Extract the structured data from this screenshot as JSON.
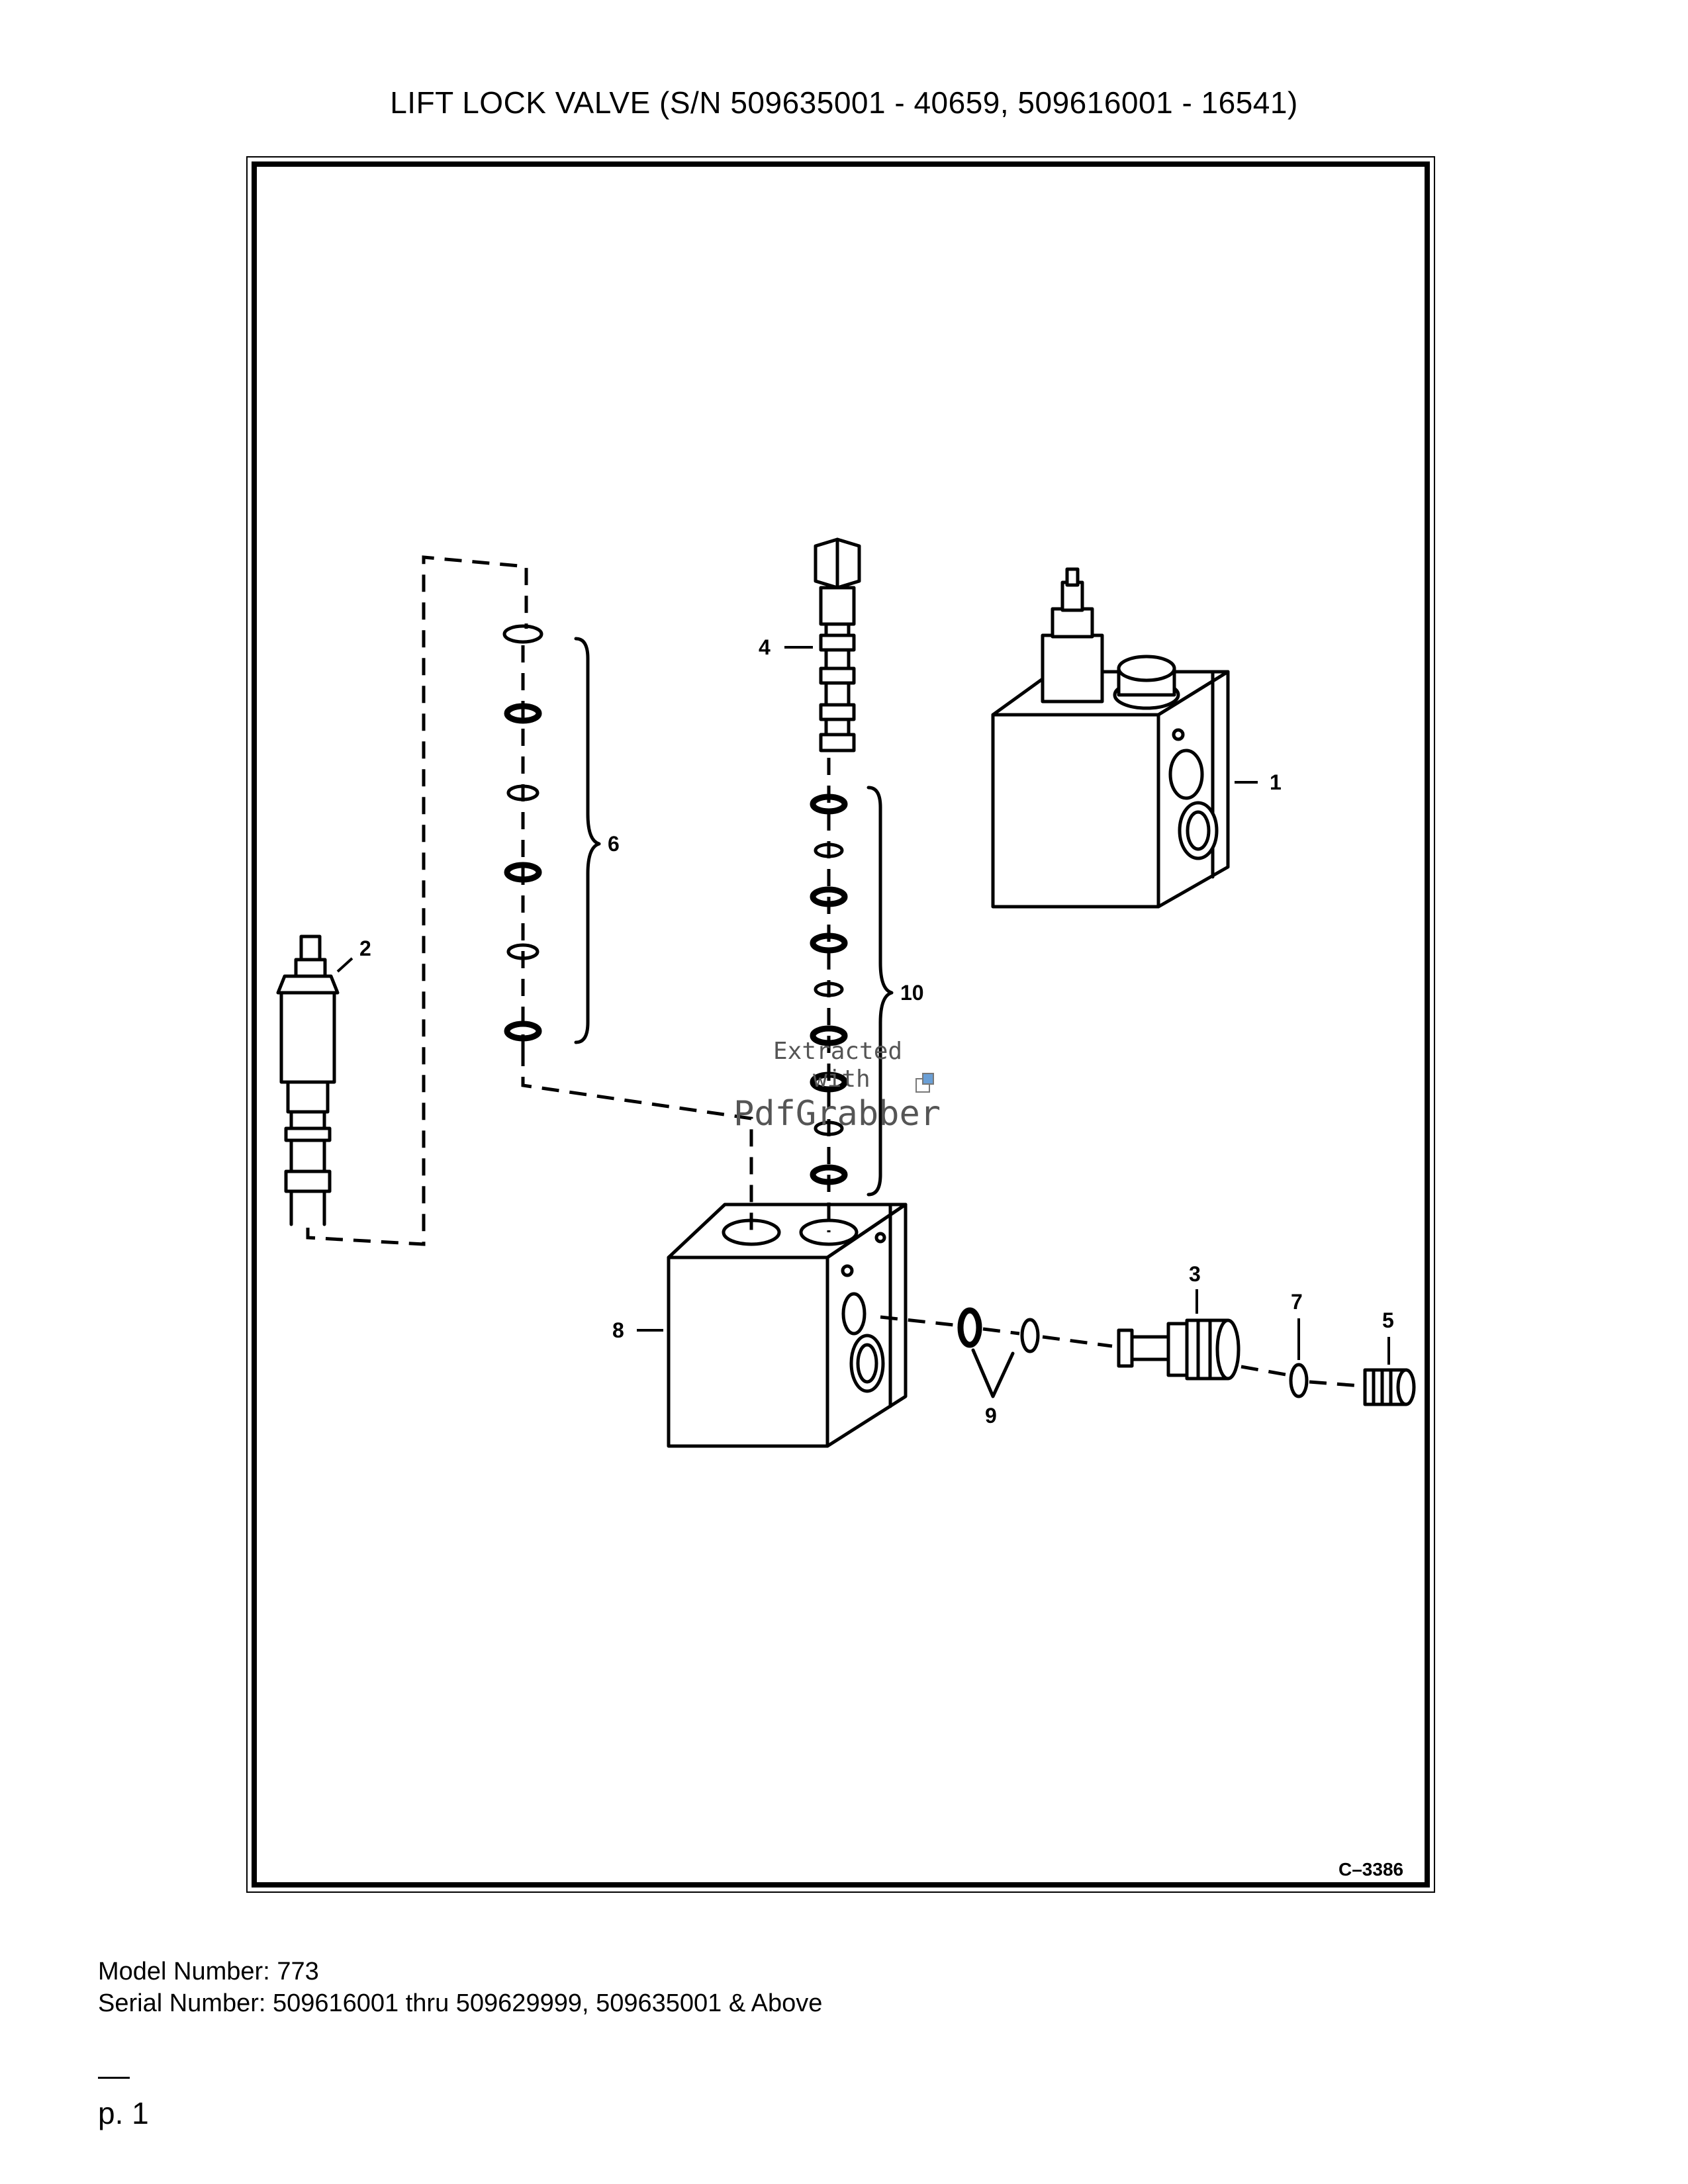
{
  "title": "LIFT LOCK VALVE (S/N 509635001 - 40659, 509616001 - 16541)",
  "figure_code": "C–3386",
  "callouts": {
    "c1": "1",
    "c2": "2",
    "c3": "3",
    "c4": "4",
    "c5": "5",
    "c6": "6",
    "c7": "7",
    "c8": "8",
    "c9": "9",
    "c10": "10"
  },
  "watermark": {
    "line1": "Extracted",
    "line2": "with",
    "line3": "PdfGrabber"
  },
  "footer": {
    "model": "Model Number: 773",
    "serial": "Serial Number: 509616001 thru 509629999, 509635001 & Above"
  },
  "page_label": "p. 1"
}
